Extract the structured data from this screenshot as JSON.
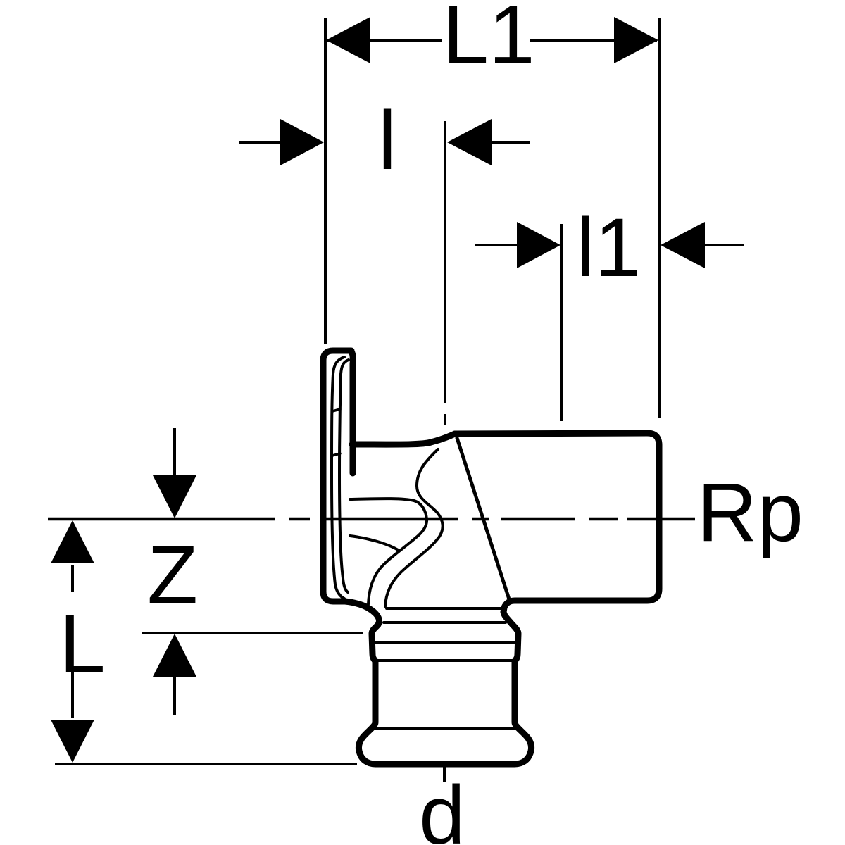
{
  "drawing": {
    "background": "#ffffff",
    "line_color": "#000000",
    "dimension_labels": {
      "L1": "L1",
      "l": "l",
      "l1": "l1",
      "Z": "Z",
      "L": "L",
      "Rp": "Rp",
      "d": "d"
    }
  }
}
